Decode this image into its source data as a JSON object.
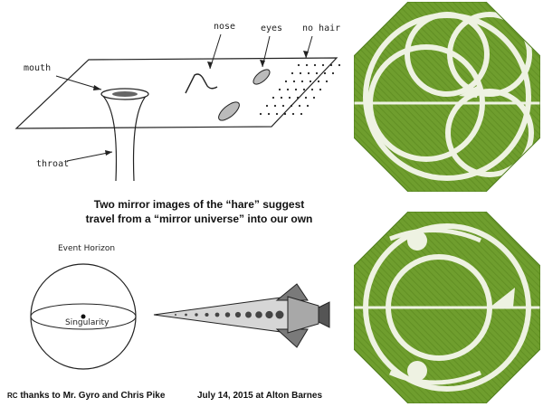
{
  "wormhole": {
    "labels": {
      "mouth": "mouth",
      "nose": "nose",
      "eyes": "eyes",
      "no_hair": "no hair",
      "throat": "throat"
    }
  },
  "caption": {
    "line1": "Two mirror images of the “hare” suggest",
    "line2": "travel from a “mirror universe” into our own"
  },
  "sphere": {
    "event_horizon": "Event Horizon",
    "singularity": "Singularity"
  },
  "credits": {
    "rc": "RC",
    "thanks": "thanks to Mr. Gyro and Chris Pike",
    "date_place": "July 14, 2015 at Alton Barnes"
  },
  "colors": {
    "field": "#6f9e2e",
    "field_dark": "#4f7d1d",
    "pattern": "#eef2e2",
    "ink": "#222222"
  }
}
